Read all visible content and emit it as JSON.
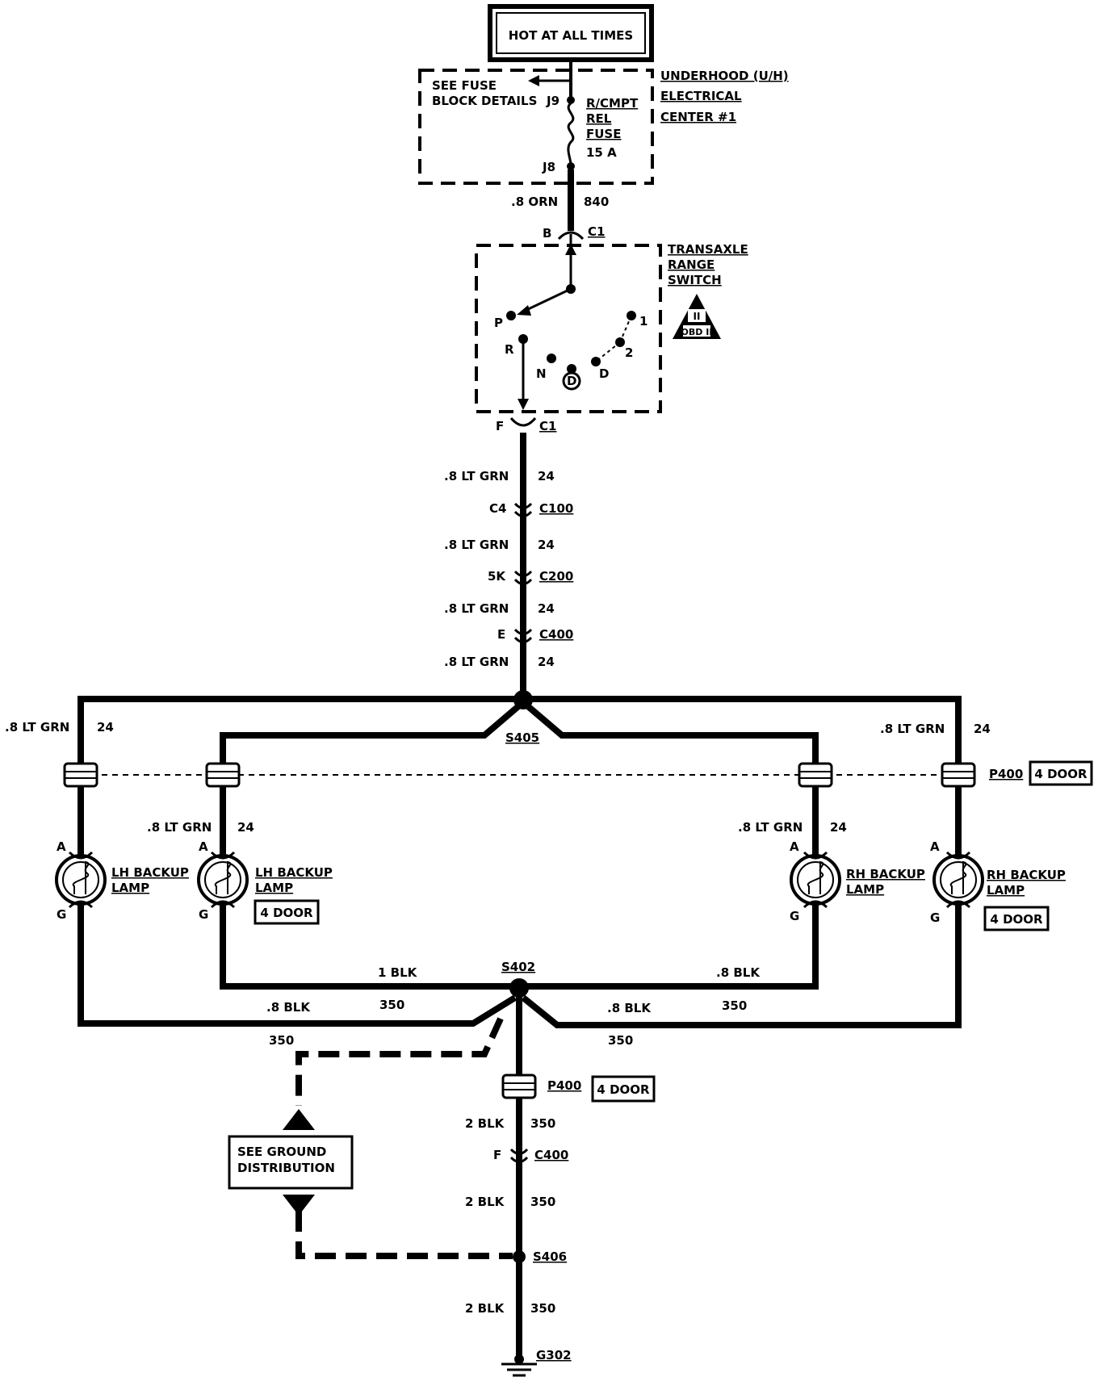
{
  "power_label": "HOT AT ALL TIMES",
  "fuse_block": {
    "see_details": [
      "SEE FUSE",
      "BLOCK DETAILS"
    ],
    "pin_top": "J9",
    "pin_bottom": "J8",
    "fuse": [
      "R/CMPT",
      "REL",
      "FUSE",
      "15 A"
    ],
    "center": [
      "UNDERHOOD (U/H)",
      "ELECTRICAL",
      "CENTER #1"
    ]
  },
  "feed_wire": {
    "gauge": ".8 ORN",
    "circuit": "840"
  },
  "switch": {
    "title": [
      "TRANSAXLE",
      "RANGE",
      "SWITCH"
    ],
    "connector": "C1",
    "pin_in": "B",
    "pin_out": "F",
    "positions": [
      "P",
      "R",
      "N",
      "D",
      "D",
      "2",
      "1"
    ],
    "badge": [
      "II",
      "OBD II"
    ]
  },
  "trunk_wire": {
    "gauge": ".8 LT GRN",
    "circuit": "24"
  },
  "inline_connectors": [
    {
      "pin": "C4",
      "name": "C100"
    },
    {
      "pin": "5K",
      "name": "C200"
    },
    {
      "pin": "E",
      "name": "C400"
    }
  ],
  "splice_top": "S405",
  "pass_through": "P400",
  "four_door": "4 DOOR",
  "lamps": [
    {
      "name": [
        "LH BACKUP",
        "LAMP"
      ],
      "pin_a": "A",
      "pin_g": "G"
    },
    {
      "name": [
        "LH BACKUP",
        "LAMP"
      ],
      "pin_a": "A",
      "pin_g": "G",
      "tag": "4 DOOR"
    },
    {
      "name": [
        "RH BACKUP",
        "LAMP"
      ],
      "pin_a": "A",
      "pin_g": "G"
    },
    {
      "name": [
        "RH BACKUP",
        "LAMP"
      ],
      "pin_a": "A",
      "pin_g": "G",
      "tag": "4 DOOR"
    }
  ],
  "splice_bottom": "S402",
  "ground_wires": {
    "inner_left": "1 BLK",
    "inner_right": ".8 BLK",
    "outer_left": ".8 BLK",
    "outer_right": ".8 BLK",
    "circuit": "350"
  },
  "ground_path": {
    "see_ground": [
      "SEE GROUND",
      "DISTRIBUTION"
    ],
    "connector_pin": "F",
    "connector": "C400",
    "wire_gauge": "2 BLK",
    "circuit": "350",
    "splice": "S406",
    "ground": "G302"
  }
}
